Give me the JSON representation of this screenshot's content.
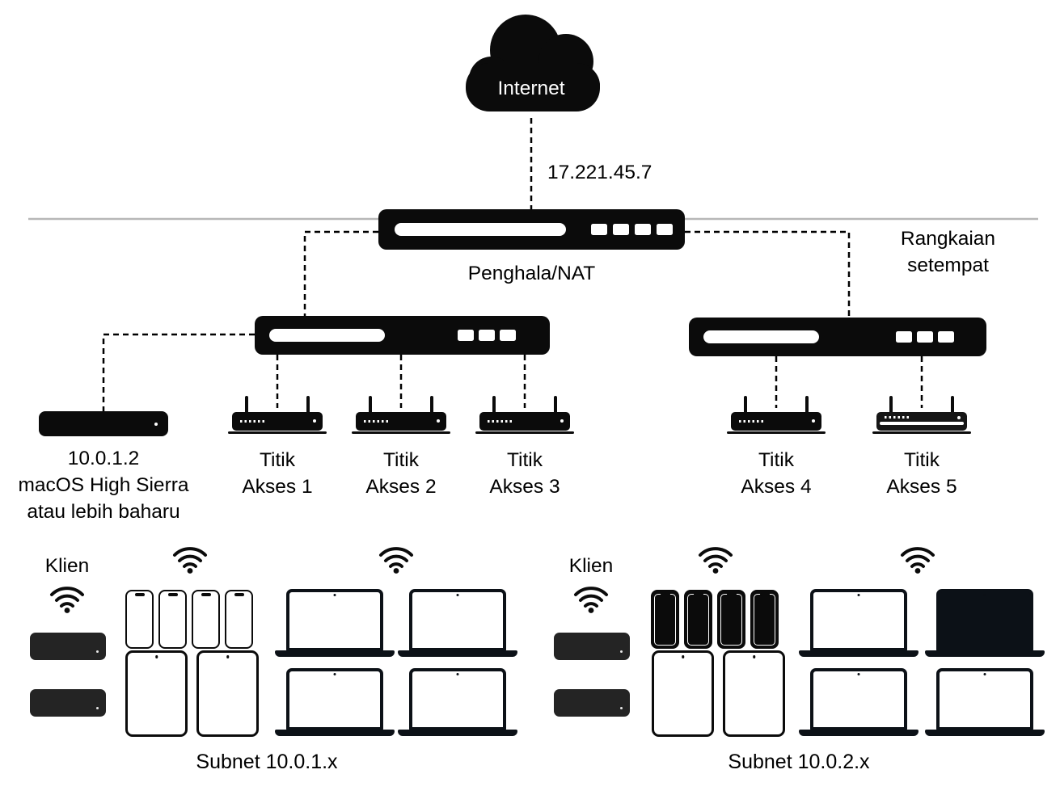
{
  "internet": {
    "label": "Internet"
  },
  "wan_ip": "17.221.45.7",
  "router": {
    "label": "Penghala/NAT"
  },
  "local_network_label": {
    "line1": "Rangkaian",
    "line2": "setempat"
  },
  "server": {
    "line1": "10.0.1.2",
    "line2": "macOS High Sierra",
    "line3": "atau lebih baharu"
  },
  "access_points": [
    {
      "line1": "Titik",
      "line2": "Akses 1"
    },
    {
      "line1": "Titik",
      "line2": "Akses 2"
    },
    {
      "line1": "Titik",
      "line2": "Akses 3"
    },
    {
      "line1": "Titik",
      "line2": "Akses 4"
    },
    {
      "line1": "Titik",
      "line2": "Akses 5"
    }
  ],
  "subnets": [
    {
      "clients_label": "Klien",
      "label": "Subnet 10.0.1.x"
    },
    {
      "clients_label": "Klien",
      "label": "Subnet 10.0.2.x"
    }
  ],
  "icons": {
    "internet": "cloud-icon",
    "gateway": "router-icon",
    "lan_switch": "switch-icon",
    "wireless_ap": "access-point-icon",
    "wireless_signal": "wifi-icon",
    "desktop_client": "mac-mini-icon",
    "phone_client": "iphone-icon",
    "tablet_client": "ipad-icon",
    "laptop_client": "macbook-icon"
  },
  "colors": {
    "device": "#0b0b0b",
    "boundary_line": "#b7b7b7",
    "laptop": "#0c1117",
    "mac_mini": "#242424",
    "text": "#000000",
    "background": "#ffffff"
  }
}
